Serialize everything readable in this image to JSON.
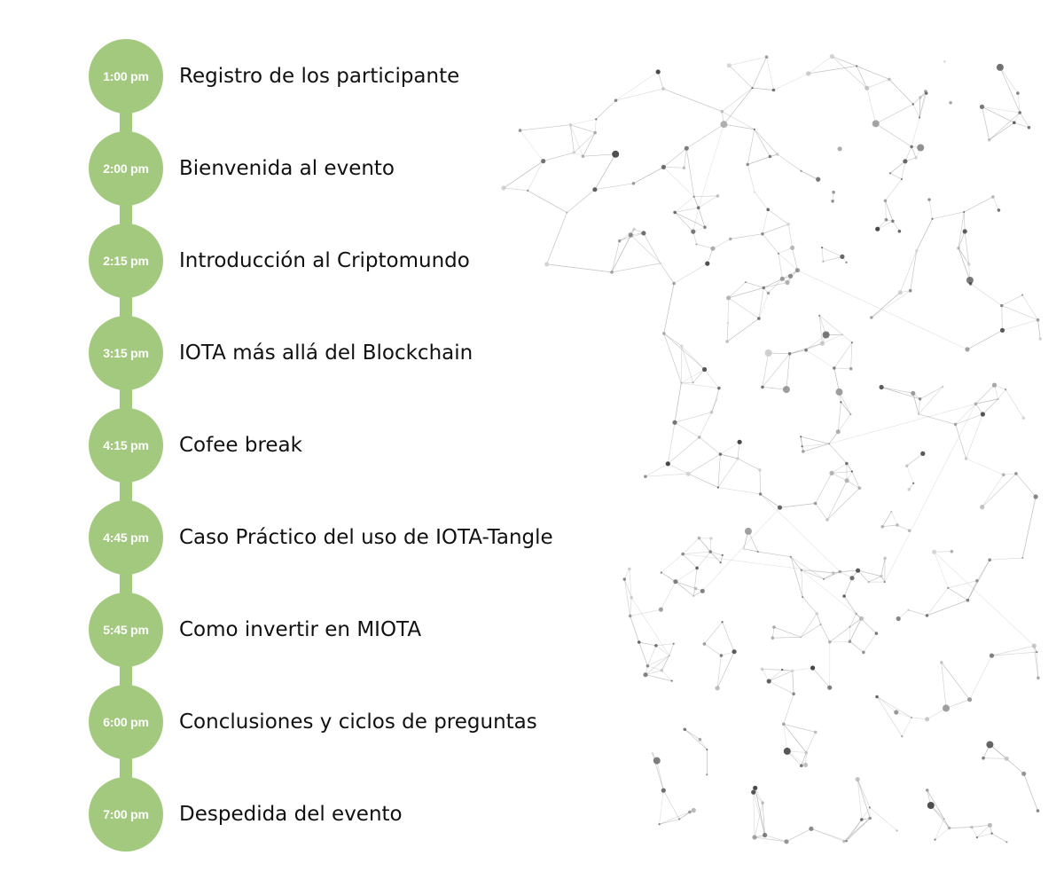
{
  "colors": {
    "badge": "#a3c97f",
    "connector": "#a3c97f",
    "text": "#111111",
    "network_node": "#333333",
    "network_line": "#9a9a9a"
  },
  "agenda": [
    {
      "time": "1:00 pm",
      "title": "Registro de los participante"
    },
    {
      "time": "2:00 pm",
      "title": "Bienvenida al evento"
    },
    {
      "time": "2:15 pm",
      "title": "Introducción al Criptomundo"
    },
    {
      "time": "3:15 pm",
      "title": "IOTA más allá del Blockchain"
    },
    {
      "time": "4:15 pm",
      "title": "Cofee break"
    },
    {
      "time": "4:45 pm",
      "title": "Caso Práctico del uso de IOTA-Tangle"
    },
    {
      "time": "5:45 pm",
      "title": "Como invertir en MIOTA"
    },
    {
      "time": "6:00 pm",
      "title": "Conclusiones y ciclos de preguntas"
    },
    {
      "time": "7:00 pm",
      "title": "Despedida del evento"
    }
  ],
  "decoration": {
    "name": "network-graph-illustration"
  }
}
